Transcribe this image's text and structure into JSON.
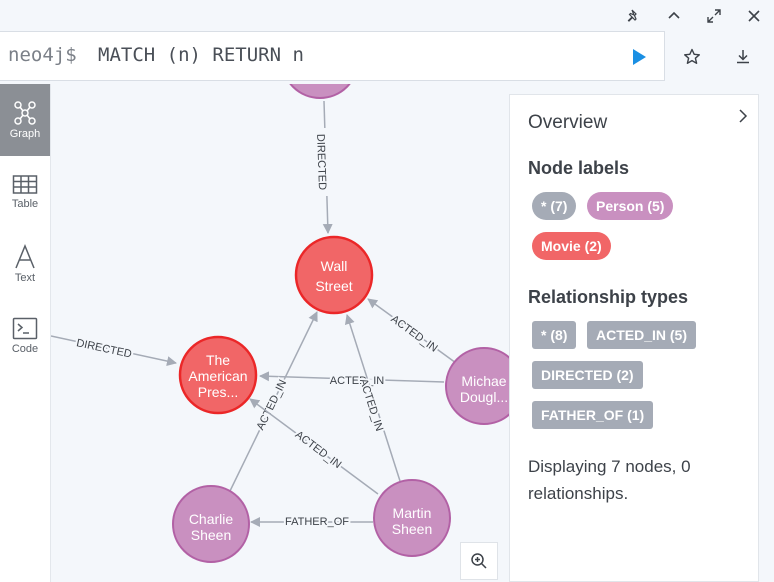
{
  "window_controls": {
    "pin": "pin-icon",
    "collapse": "chevron-up-icon",
    "fullscreen": "expand-icon",
    "close": "close-icon"
  },
  "editor": {
    "prompt": "neo4j$",
    "query": "MATCH (n) RETURN n"
  },
  "left_nav": [
    {
      "label": "Graph",
      "icon": "graph-icon",
      "active": true
    },
    {
      "label": "Table",
      "icon": "table-icon",
      "active": false
    },
    {
      "label": "Text",
      "icon": "text-icon",
      "active": false
    },
    {
      "label": "Code",
      "icon": "code-icon",
      "active": false
    }
  ],
  "graph": {
    "nodes": [
      {
        "id": "top",
        "label": "",
        "type": "Person"
      },
      {
        "id": "wall",
        "label": "Wall Street",
        "type": "Movie",
        "lines": [
          "Wall",
          "Street"
        ]
      },
      {
        "id": "american",
        "label": "The American Pres...",
        "type": "Movie",
        "lines": [
          "The",
          "American",
          "Pres..."
        ]
      },
      {
        "id": "michael",
        "label": "Michael Dougl...",
        "type": "Person",
        "lines": [
          "Michae",
          "Dougl..."
        ]
      },
      {
        "id": "charlie",
        "label": "Charlie Sheen",
        "type": "Person",
        "lines": [
          "Charlie",
          "Sheen"
        ]
      },
      {
        "id": "martin",
        "label": "Martin Sheen",
        "type": "Person",
        "lines": [
          "Martin",
          "Sheen"
        ]
      }
    ],
    "relationships": [
      {
        "type": "DIRECTED",
        "from": "top",
        "to": "wall"
      },
      {
        "type": "DIRECTED",
        "from": "offscreen",
        "to": "american"
      },
      {
        "type": "ACTED_IN",
        "from": "michael",
        "to": "wall"
      },
      {
        "type": "ACTED_IN",
        "from": "michael",
        "to": "american"
      },
      {
        "type": "ACTED_IN",
        "from": "charlie",
        "to": "wall"
      },
      {
        "type": "ACTED_IN",
        "from": "martin",
        "to": "wall"
      },
      {
        "type": "ACTED_IN",
        "from": "martin",
        "to": "american"
      },
      {
        "type": "FATHER_OF",
        "from": "martin",
        "to": "charlie"
      }
    ],
    "colors": {
      "person_fill": "#c990c0",
      "person_stroke": "#b261a5",
      "movie_fill": "#f16667",
      "movie_stroke": "#eb2728",
      "edge": "#a5abb6"
    }
  },
  "overview": {
    "title": "Overview",
    "node_labels_heading": "Node labels",
    "node_labels": [
      {
        "text": "* (7)",
        "color": "#a5abb6"
      },
      {
        "text": "Person (5)",
        "color": "#c990c0"
      },
      {
        "text": "Movie (2)",
        "color": "#f16667"
      }
    ],
    "relationship_types_heading": "Relationship types",
    "relationship_types": [
      {
        "text": "* (8)",
        "color": "#a5abb6"
      },
      {
        "text": "ACTED_IN (5)",
        "color": "#a5abb6"
      },
      {
        "text": "DIRECTED (2)",
        "color": "#a5abb6"
      },
      {
        "text": "FATHER_OF (1)",
        "color": "#a5abb6"
      }
    ],
    "status": "Displaying 7 nodes, 0 relationships."
  }
}
